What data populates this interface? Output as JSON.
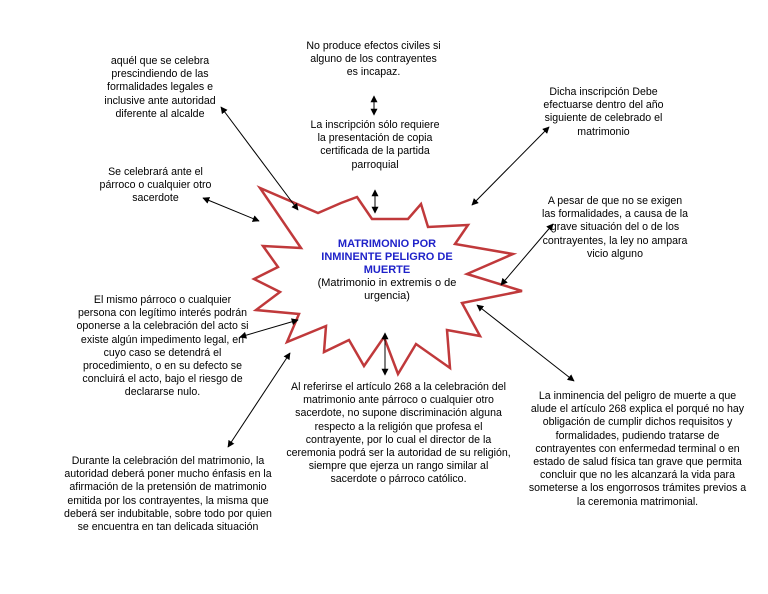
{
  "center": {
    "title": "MATRIMONIO POR INMINENTE PELIGRO DE MUERTE",
    "subtitle": "(Matrimonio in extremis o de urgencia)"
  },
  "nodes": {
    "no_produce": "No produce efectos civiles si alguno de los contrayentes es incapaz.",
    "inscripcion_solo": "La inscripción sólo requiere la presentación de copia certificada de la partida parroquial",
    "aquel_que": "aquél que se celebra prescindiendo de las formalidades legales e inclusive ante autoridad diferente al alcalde",
    "se_celebrara": "Se celebrará ante el párroco o cualquier otro sacerdote",
    "dicha_inscripcion": "Dicha inscripción Debe efectuarse dentro del año siguiente de celebrado el matrimonio",
    "a_pesar": "A pesar de que no se exigen las formalidades, a causa de la grave situación del o de los contrayentes, la ley no ampara vicio alguno",
    "mismo_parroco": "El mismo párroco o cualquier persona con legítimo interés podrán oponerse a la celebración del acto si existe algún impedimento legal, en cuyo caso se detendrá el procedimiento, o en su defecto se concluirá el acto, bajo el riesgo de declararse nulo.",
    "articulo_268": "Al referirse el artículo 268 a la celebración del matrimonio ante párroco o cualquier otro sacerdote, no supone discriminación alguna respecto a la religión que profesa el contrayente, por lo cual el director de la ceremonia podrá ser la autoridad de su religión, siempre que ejerza un rango similar al sacerdote o párroco católico.",
    "inminencia": "La inminencia del peligro de muerte a que alude el artículo 268 explica el porqué no hay obligación de cumplir dichos requisitos y formalidades, pudiendo tratarse de contrayentes con enfermedad terminal o en estado de salud física tan grave que permita concluir que no les alcanzará la vida para someterse a los engorrosos trámites previos a la ceremonia matrimonial.",
    "durante": "Durante la celebración del matrimonio, la autoridad deberá poner mucho énfasis en la afirmación de la pretensión de matrimonio emitida por los contrayentes, la misma que deberá ser indubitable, sobre todo por quien se encuentra en tan delicada situación"
  },
  "colors": {
    "star_stroke": "#c0393b",
    "title_color": "#1f22c9",
    "arrow_color": "#000000"
  }
}
